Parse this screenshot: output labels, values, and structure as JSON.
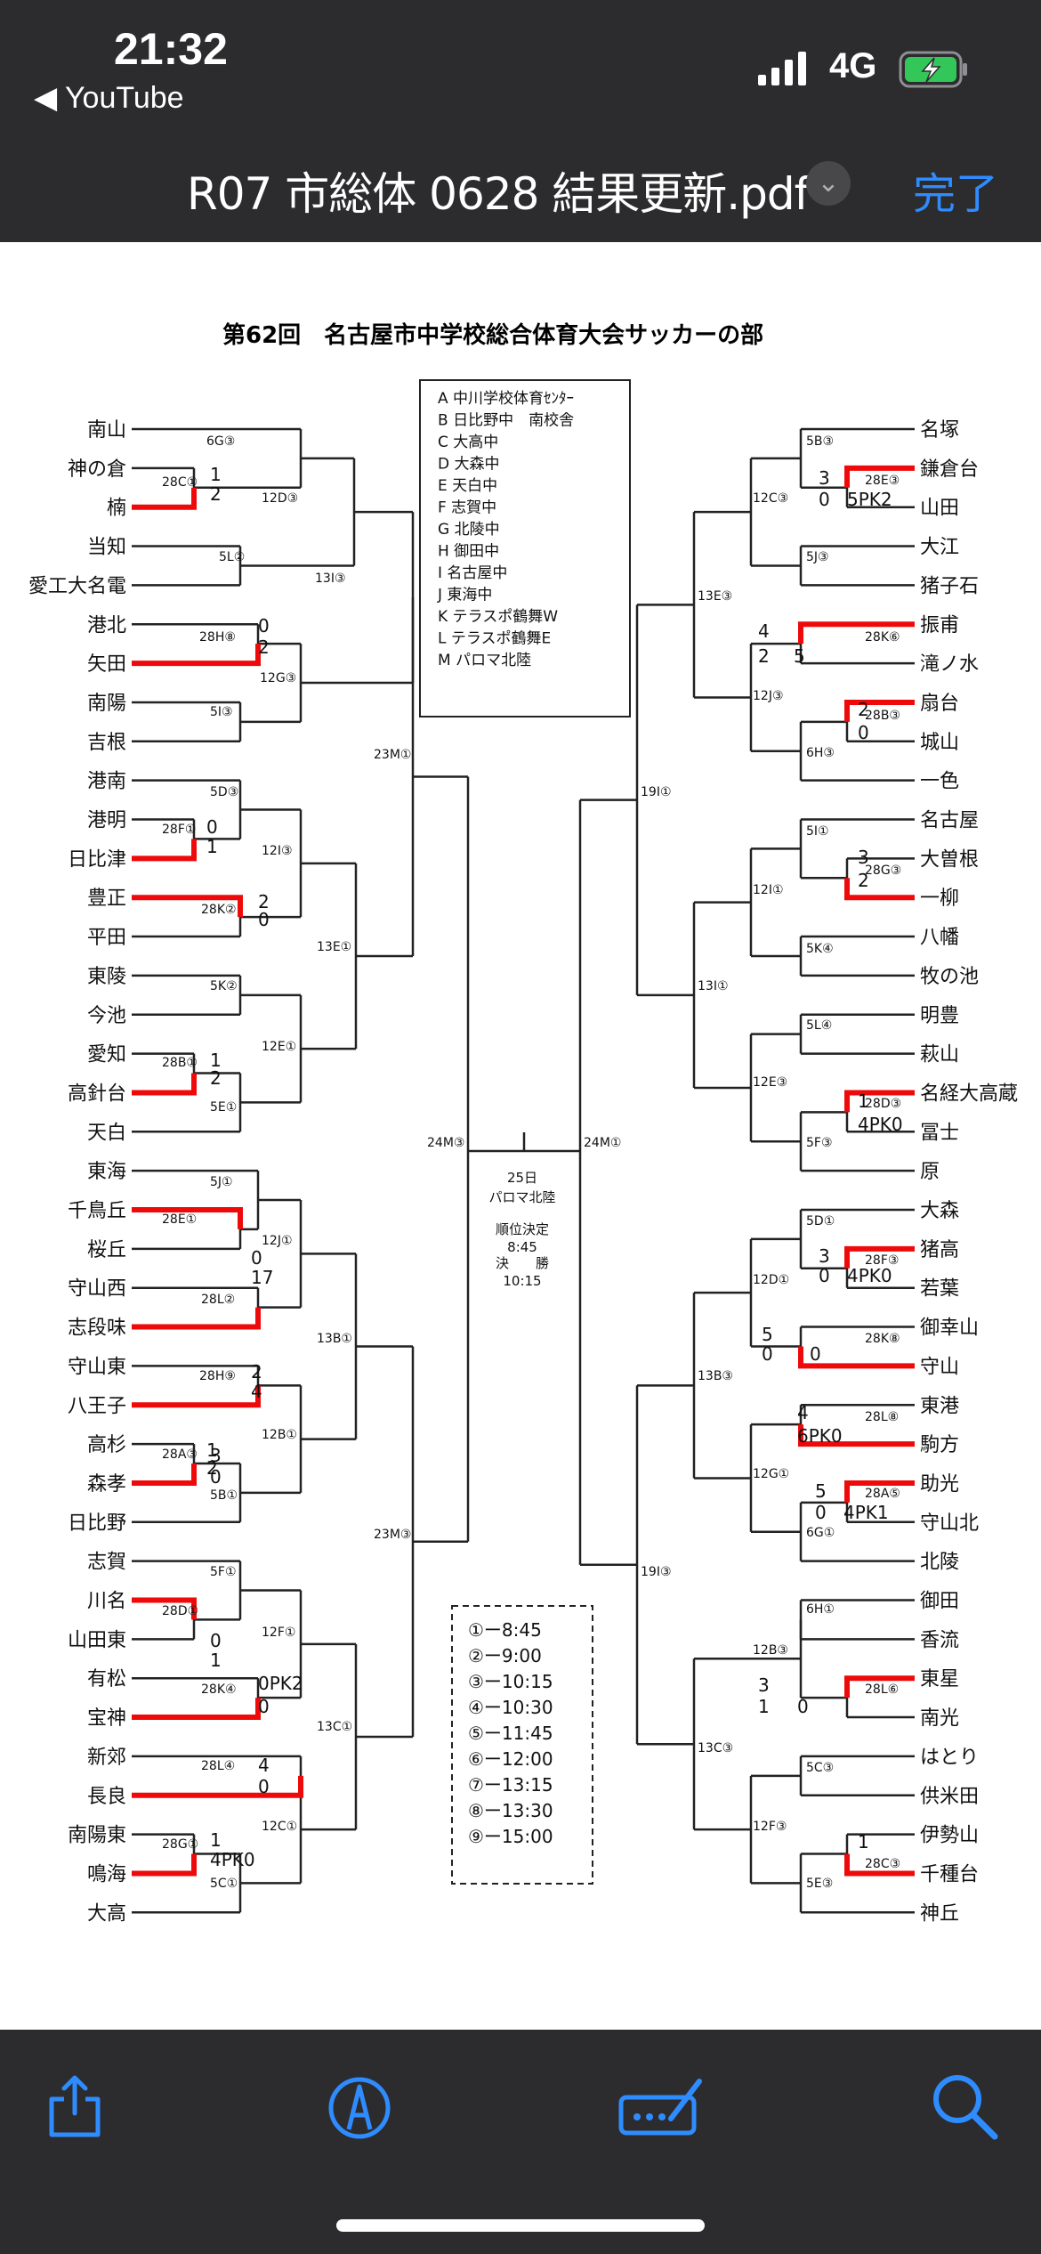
{
  "status_bar": {
    "time": "21:32",
    "back_label": "◀ YouTube",
    "network": "4G"
  },
  "nav": {
    "doc_title": "R07 市総体 0628 結果更新.pdf",
    "done_label": "完了"
  },
  "document": {
    "title": "第62回　名古屋市中学校総合体育大会サッカーの部",
    "legend": [
      "A 中川学校体育ｾﾝﾀｰ",
      "B 日比野中　南校舎",
      "C 大高中",
      "D 大森中",
      "E 天白中",
      "F 志賀中",
      "G 北陵中",
      "H 御田中",
      "I 名古屋中",
      "J 東海中",
      "K テラスポ鶴舞W",
      "L テラスポ鶴舞E",
      "M パロマ北陸"
    ],
    "times": [
      "①ー8:45",
      "②ー9:00",
      "③ー10:15",
      "④ー10:30",
      "⑤ー11:45",
      "⑥ー12:00",
      "⑦ー13:15",
      "⑧ー13:30",
      "⑨ー15:00"
    ],
    "final_info": [
      "25日",
      "パロマ北陸",
      "順位決定",
      "8:45",
      "決　　勝",
      "10:15"
    ],
    "left_teams": [
      "南山",
      "神の倉",
      "楠",
      "当知",
      "愛工大名電",
      "港北",
      "矢田",
      "南陽",
      "吉根",
      "港南",
      "港明",
      "日比津",
      "豊正",
      "平田",
      "東陵",
      "今池",
      "愛知",
      "高針台",
      "天白",
      "東海",
      "千鳥丘",
      "桜丘",
      "守山西",
      "志段味",
      "守山東",
      "八王子",
      "高杉",
      "森孝",
      "日比野",
      "志賀",
      "川名",
      "山田東",
      "有松",
      "宝神",
      "新郊",
      "長良",
      "南陽東",
      "鳴海",
      "大高"
    ],
    "right_teams": [
      "名塚",
      "鎌倉台",
      "山田",
      "大江",
      "猪子石",
      "振甫",
      "滝ノ水",
      "扇台",
      "城山",
      "一色",
      "名古屋",
      "大曽根",
      "一柳",
      "八幡",
      "牧の池",
      "明豊",
      "萩山",
      "名経大高蔵",
      "冨士",
      "原",
      "大森",
      "猪高",
      "若葉",
      "御幸山",
      "守山",
      "東港",
      "駒方",
      "助光",
      "守山北",
      "北陵",
      "御田",
      "香流",
      "東星",
      "南光",
      "はとり",
      "供米田",
      "伊勢山",
      "千種台",
      "神丘"
    ],
    "match_codes": [
      "6G③",
      "28C①",
      "12D③",
      "5L②",
      "13I③",
      "28H⑧",
      "12G③",
      "5I③",
      "23M①",
      "5D③",
      "28F①",
      "12I③",
      "28K②",
      "13E①",
      "5K②",
      "28B①",
      "12E①",
      "5E①",
      "24M③",
      "5J①",
      "28E①",
      "12J①",
      "28L②",
      "13B①",
      "28H⑨",
      "12B①",
      "28A③",
      "5B①",
      "23M③",
      "5F①",
      "28D①",
      "12F①",
      "28K④",
      "13C①",
      "28L④",
      "12C①",
      "28G①",
      "5C①",
      "5B③",
      "28E③",
      "12C③",
      "5J③",
      "13E③",
      "28K⑥",
      "12J③",
      "28B③",
      "6H③",
      "19I①",
      "5I①",
      "28G③",
      "12I①",
      "5K④",
      "13I①",
      "5L④",
      "12E③",
      "28D③",
      "5F③",
      "24M①",
      "5D①",
      "28F③",
      "12D①",
      "28K⑧",
      "13B③",
      "28L⑧",
      "12G①",
      "28A⑤",
      "6G①",
      "19I③",
      "6H①",
      "12B③",
      "28L⑥",
      "13C③",
      "5C③",
      "12F③",
      "28C③",
      "5E③"
    ],
    "scores": [
      "1",
      "2",
      "0",
      "2",
      "0",
      "1",
      "2",
      "0",
      "1",
      "2",
      "0",
      "17",
      "2",
      "4",
      "1",
      "2",
      "3",
      "0",
      "0",
      "1",
      "0PK2",
      "0",
      "4",
      "0",
      "1",
      "4PK0",
      "3",
      "0",
      "5PK2",
      "4",
      "2",
      "5",
      "2",
      "0",
      "3",
      "2",
      "1",
      "4PK0",
      "3",
      "0",
      "4PK0",
      "5",
      "0",
      "0",
      "4",
      "6PK0",
      "5",
      "0",
      "4PK1",
      "3",
      "1",
      "0",
      "1"
    ]
  },
  "toolbar": {
    "share_icon": "share-icon",
    "markup_icon": "markup-pen-icon",
    "signature_icon": "signature-icon",
    "search_icon": "search-icon"
  },
  "colors": {
    "winner_line": "#ee0a0a",
    "bracket_line": "#222222",
    "bar_bg": "#2c2c2e",
    "accent": "#2f8cff"
  }
}
